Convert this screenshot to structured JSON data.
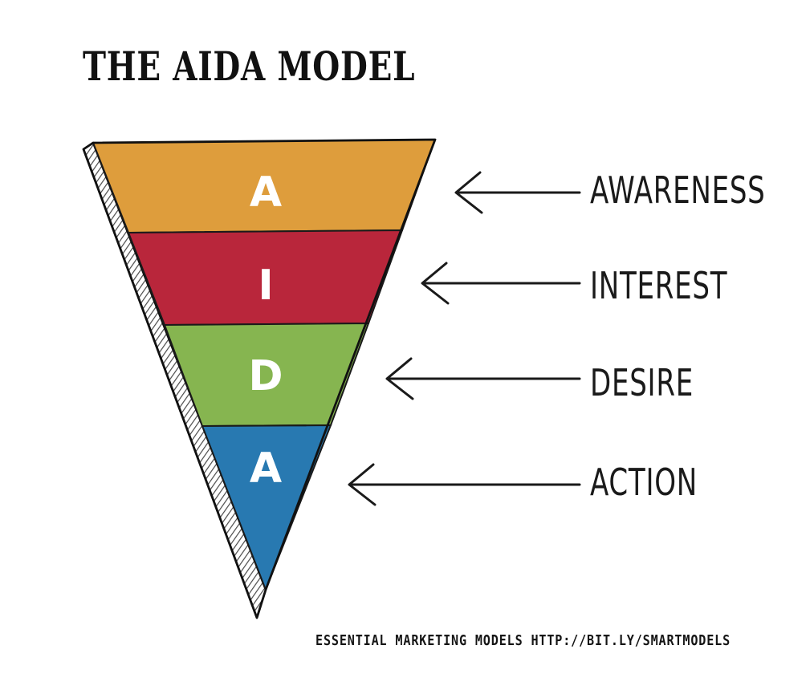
{
  "title": "THE AIDA MODEL",
  "funnel": [
    {
      "letter": "A",
      "stage": "AWARENESS",
      "color": "#DE9D3C"
    },
    {
      "letter": "I",
      "stage": "INTEREST",
      "color": "#B9263B"
    },
    {
      "letter": "D",
      "stage": "DESIRE",
      "color": "#86B550"
    },
    {
      "letter": "A",
      "stage": "ACTION",
      "color": "#2879B1"
    }
  ],
  "footer": "ESSENTIAL MARKETING MODELS HTTP://BIT.LY/SMARTMODELS",
  "colors": {
    "ink": "#111111",
    "hatch": "#555555"
  }
}
